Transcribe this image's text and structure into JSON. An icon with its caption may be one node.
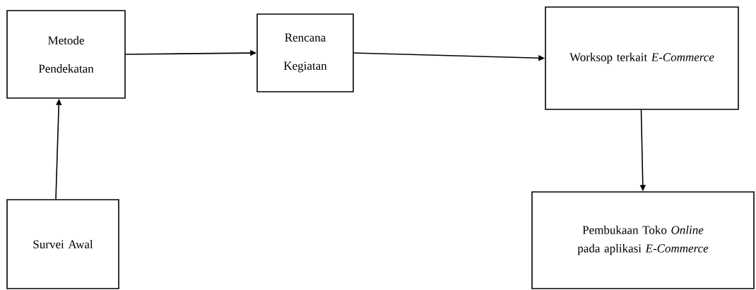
{
  "diagram": {
    "nodes": [
      {
        "text": [
          "Metode Pendekatan"
        ]
      },
      {
        "text": [
          "Rencana Kegiatan"
        ]
      },
      {
        "text": [
          "Worksop terkait *E-Commerce*"
        ]
      },
      {
        "text": [
          "Survei Awal"
        ]
      },
      {
        "text": [
          "Pembukaan Toko *Online* pada aplikasi *E-Commerce*"
        ]
      }
    ],
    "edges": [
      {
        "from": 0,
        "to": 1,
        "arrow": "to"
      },
      {
        "from": 1,
        "to": 2,
        "arrow": "to"
      },
      {
        "from": 2,
        "to": 4,
        "arrow": "to"
      },
      {
        "from": 3,
        "to": 0,
        "arrow": "to"
      }
    ]
  }
}
